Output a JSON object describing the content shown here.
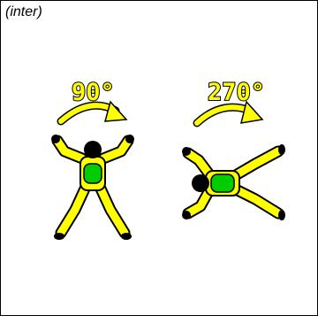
{
  "caption": "(inter)",
  "rotations": [
    {
      "label": "90°",
      "direction": "clockwise"
    },
    {
      "label": "270°",
      "direction": "clockwise"
    }
  ],
  "colors": {
    "suit": "#ffff00",
    "torso": "#00cc00",
    "outline": "#000000",
    "arrow": "#ffff00"
  }
}
